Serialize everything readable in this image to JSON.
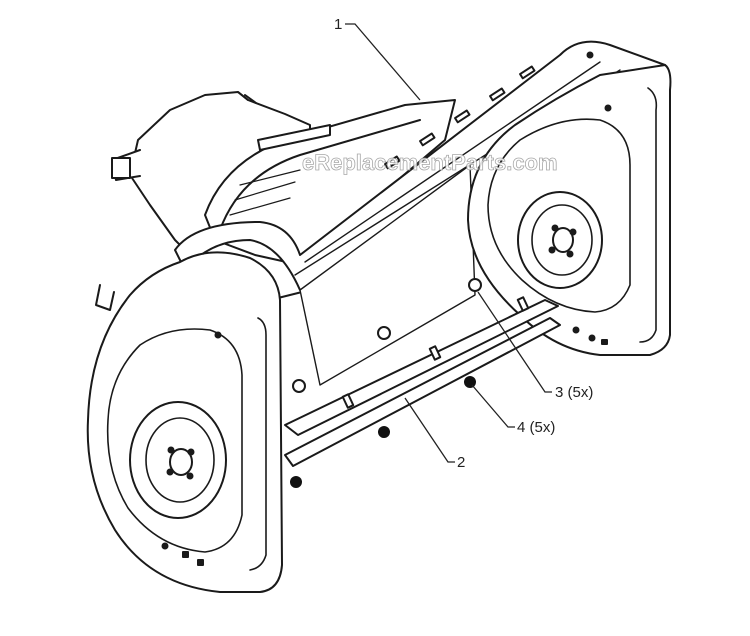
{
  "diagram": {
    "callouts": [
      {
        "id": "1",
        "text": "1"
      },
      {
        "id": "2",
        "text": "2"
      },
      {
        "id": "3",
        "text": "3 (5x)"
      },
      {
        "id": "4",
        "text": "4 (5x)"
      }
    ],
    "watermark": "eReplacementParts.com"
  },
  "colors": {
    "line": "#1a1a1a",
    "fill": "#ffffff",
    "dot": "#111111"
  }
}
